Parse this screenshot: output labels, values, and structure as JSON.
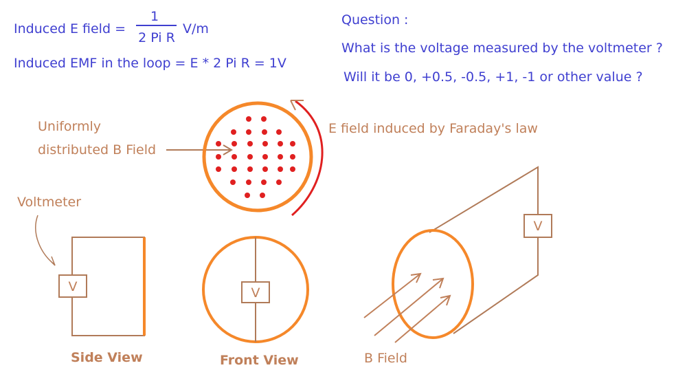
{
  "formulas": {
    "efield_prefix": "Induced E field =",
    "efield_numerator": "1",
    "efield_denominator": "2 Pi R",
    "efield_unit": "V/m",
    "emf": "Induced EMF in the loop = E * 2 Pi R = 1V"
  },
  "question": {
    "title": "Question :",
    "line1": "What is the voltage measured by the voltmeter ?",
    "line2": "Will it be 0, +0.5, -0.5, +1, -1 or other value ?"
  },
  "labels": {
    "b_field_uniform_1": "Uniformly",
    "b_field_uniform_2": "distributed B Field",
    "e_field_faraday": "E field induced by Faraday's law",
    "voltmeter": "Voltmeter",
    "side_view": "Side View",
    "front_view": "Front View",
    "b_field": "B Field",
    "v_symbol": "V"
  },
  "colors": {
    "text_blue": "#3f3fd0",
    "brown": "#c0805a",
    "orange": "#f5882a",
    "red": "#e02020"
  }
}
